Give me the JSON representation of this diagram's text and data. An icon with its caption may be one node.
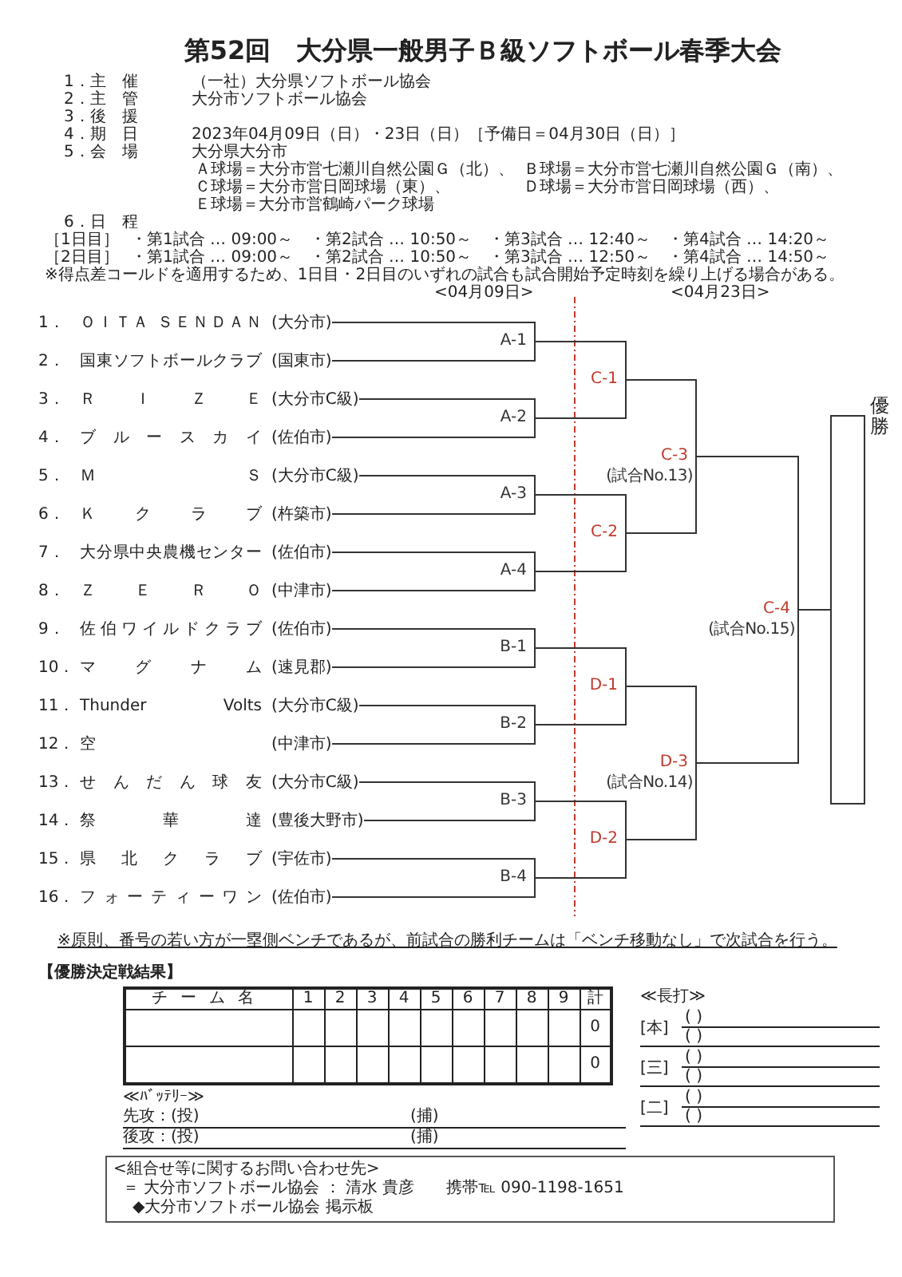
{
  "diagram": {
    "title": "第52回　大分県一般男子Ｂ級ソフトボール春季大会",
    "nodes": [
      {
        "text": [
          "1．",
          "ＯＩＴＡ ＳＥＮＤＡＮ",
          "(大分市)"
        ]
      },
      {
        "text": [
          "2．",
          "国東ソフトボールクラブ",
          "(国東市)"
        ]
      },
      {
        "text": [
          "3．",
          "ＲＩＺＥ",
          "(大分市C級)"
        ]
      },
      {
        "text": [
          "4．",
          "ブルースカイ",
          "(佐伯市)"
        ]
      },
      {
        "text": [
          "5．",
          "ＭＳ",
          "(大分市C級)"
        ]
      },
      {
        "text": [
          "6．",
          "Ｋクラブ",
          "(杵築市)"
        ]
      },
      {
        "text": [
          "7．",
          "大分県中央農機センター",
          "(佐伯市)"
        ]
      },
      {
        "text": [
          "8．",
          "ＺＥＲＯ",
          "(中津市)"
        ]
      },
      {
        "text": [
          "9．",
          "佐伯ワイルドクラブ",
          "(佐伯市)"
        ]
      },
      {
        "text": [
          "10．",
          "マグナム",
          "(速見郡)"
        ]
      },
      {
        "text": [
          "11．",
          "Thunder Volts",
          "(大分市C級)"
        ]
      },
      {
        "text": [
          "12．",
          "空",
          "(中津市)"
        ]
      },
      {
        "text": [
          "13．",
          "せんだん球友",
          "(大分市C級)"
        ]
      },
      {
        "text": [
          "14．",
          "祭華達",
          "(豊後大野市)"
        ]
      },
      {
        "text": [
          "15．",
          "県北クラブ",
          "(宇佐市)"
        ]
      },
      {
        "text": [
          "16．",
          "フォーティーワン",
          "(佐伯市)"
        ]
      },
      {
        "text": [
          "A-1"
        ]
      },
      {
        "text": [
          "A-2"
        ]
      },
      {
        "text": [
          "A-3"
        ]
      },
      {
        "text": [
          "A-4"
        ]
      },
      {
        "text": [
          "B-1"
        ]
      },
      {
        "text": [
          "B-2"
        ]
      },
      {
        "text": [
          "B-3"
        ]
      },
      {
        "text": [
          "B-4"
        ]
      },
      {
        "text": [
          "C-1"
        ]
      },
      {
        "text": [
          "C-2"
        ]
      },
      {
        "text": [
          "D-1"
        ]
      },
      {
        "text": [
          "D-2"
        ]
      },
      {
        "text": [
          "C-3"
        ],
        "beside": [
          "(試合No.13)"
        ]
      },
      {
        "text": [
          "D-3"
        ],
        "beside": [
          "(試合No.14)"
        ]
      },
      {
        "text": [
          "C-4"
        ],
        "beside": [
          "(試合No.15)"
        ]
      },
      {
        "text": [],
        "shape": "box",
        "beside": [
          "優勝"
        ]
      }
    ],
    "edges": [
      {
        "from": 0,
        "to": 16,
        "arrow": "none"
      },
      {
        "from": 1,
        "to": 16,
        "arrow": "none"
      },
      {
        "from": 2,
        "to": 17,
        "arrow": "none"
      },
      {
        "from": 3,
        "to": 17,
        "arrow": "none"
      },
      {
        "from": 4,
        "to": 18,
        "arrow": "none"
      },
      {
        "from": 5,
        "to": 18,
        "arrow": "none"
      },
      {
        "from": 6,
        "to": 19,
        "arrow": "none"
      },
      {
        "from": 7,
        "to": 19,
        "arrow": "none"
      },
      {
        "from": 8,
        "to": 20,
        "arrow": "none"
      },
      {
        "from": 9,
        "to": 20,
        "arrow": "none"
      },
      {
        "from": 10,
        "to": 21,
        "arrow": "none"
      },
      {
        "from": 11,
        "to": 21,
        "arrow": "none"
      },
      {
        "from": 12,
        "to": 22,
        "arrow": "none"
      },
      {
        "from": 13,
        "to": 22,
        "arrow": "none"
      },
      {
        "from": 14,
        "to": 23,
        "arrow": "none"
      },
      {
        "from": 15,
        "to": 23,
        "arrow": "none"
      },
      {
        "from": 16,
        "to": 24,
        "arrow": "none"
      },
      {
        "from": 17,
        "to": 24,
        "arrow": "none"
      },
      {
        "from": 18,
        "to": 25,
        "arrow": "none"
      },
      {
        "from": 19,
        "to": 25,
        "arrow": "none"
      },
      {
        "from": 20,
        "to": 26,
        "arrow": "none"
      },
      {
        "from": 21,
        "to": 26,
        "arrow": "none"
      },
      {
        "from": 22,
        "to": 27,
        "arrow": "none"
      },
      {
        "from": 23,
        "to": 27,
        "arrow": "none"
      },
      {
        "from": 24,
        "to": 28,
        "arrow": "none"
      },
      {
        "from": 25,
        "to": 28,
        "arrow": "none"
      },
      {
        "from": 26,
        "to": 29,
        "arrow": "none"
      },
      {
        "from": 27,
        "to": 29,
        "arrow": "none"
      },
      {
        "from": 28,
        "to": 30,
        "arrow": "none"
      },
      {
        "from": 29,
        "to": 30,
        "arrow": "none"
      },
      {
        "from": 30,
        "to": 31,
        "arrow": "none"
      }
    ],
    "labels": [
      "1．主　催",
      "（一社）大分県ソフトボール協会",
      "2．主　管",
      "大分市ソフトボール協会",
      "3．後　援",
      "4．期　日",
      "2023年04月09日（日）・23日（日）［予備日＝04月30日（日）］",
      "5．会　場",
      "大分県大分市",
      "Ａ球場＝大分市営七瀬川自然公園Ｇ（北）、",
      "Ｂ球場＝大分市営七瀬川自然公園Ｇ（南）、",
      "Ｃ球場＝大分市営日岡球場（東）、",
      "Ｄ球場＝大分市営日岡球場（西）、",
      "Ｅ球場＝大分市営鶴崎パーク球場",
      "6．日　程",
      "［1日目］",
      "・第1試合 … 09:00～",
      "・第2試合 … 10:50～",
      "・第3試合 … 12:40～",
      "・第4試合 … 14:20～",
      "［2日目］",
      "・第1試合 … 09:00～",
      "・第2試合 … 10:50～",
      "・第3試合 … 12:50～",
      "・第4試合 … 14:50～",
      "※得点差コールドを適用するため、1日目・2日目のいずれの試合も試合開始予定時刻を繰り上げる場合がある。",
      "<04月09日>",
      "<04月23日>",
      "※原則、番号の若い方が一塁側ベンチであるが、前試合の勝利チームは「ベンチ移動なし」で次試合を行う。",
      "【優勝決定戦結果】",
      "チーム名",
      "1",
      "2",
      "3",
      "4",
      "5",
      "6",
      "7",
      "8",
      "9",
      "計",
      "0",
      "0",
      "≪長打≫",
      "[本]",
      "( )",
      "( )",
      "[三]",
      "( )",
      "( )",
      "[二]",
      "( )",
      "( )",
      "≪ﾊﾞｯﾃﾘｰ≫",
      "先攻：(投)",
      "(捕)",
      "後攻：(投)",
      "(捕)",
      "<組合せ等に関するお問い合わせ先>",
      "＝ 大分市ソフトボール協会 ： 清水 貴彦　　携帯℡ 090-1198-1651",
      "◆大分市ソフトボール協会 掲示板"
    ]
  }
}
